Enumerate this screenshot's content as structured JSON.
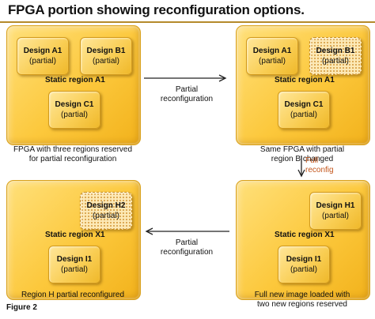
{
  "title": "FPGA portion showing reconfiguration options.",
  "figure_label": "Figure 2",
  "partial_label": "(partial)",
  "panels": {
    "top_left": {
      "regions": [
        "Design A1",
        "Design B1",
        "Design C1"
      ],
      "static": "Static region A1",
      "caption": [
        "FPGA with three regions reserved",
        "for partial reconfiguration"
      ]
    },
    "top_right": {
      "regions": [
        "Design A1",
        "Design B1",
        "Design C1"
      ],
      "changed": "Design B1",
      "static": "Static region A1",
      "caption": [
        "Same FPGA with partial",
        "region B changed"
      ]
    },
    "bottom_right": {
      "regions": [
        "Design H1",
        "Design I1"
      ],
      "static": "Static region X1",
      "caption": [
        "Full new image loaded with",
        "two new regions reserved"
      ]
    },
    "bottom_left": {
      "regions": [
        "Design H2",
        "Design I1"
      ],
      "changed": "Design H2",
      "static": "Static region X1",
      "caption": [
        "Region H partial reconfigured"
      ]
    }
  },
  "arrows": {
    "top": [
      "Partial",
      "reconfiguration"
    ],
    "right": [
      "Full",
      "reconfig"
    ],
    "bottom": [
      "Partial",
      "reconfiguration"
    ]
  },
  "colors": {
    "fpga_fill": "#fcc83c",
    "region_fill": "#f9cd52",
    "accent_rule": "#b58a2b",
    "full_reconfig_text": "#c4561c"
  }
}
